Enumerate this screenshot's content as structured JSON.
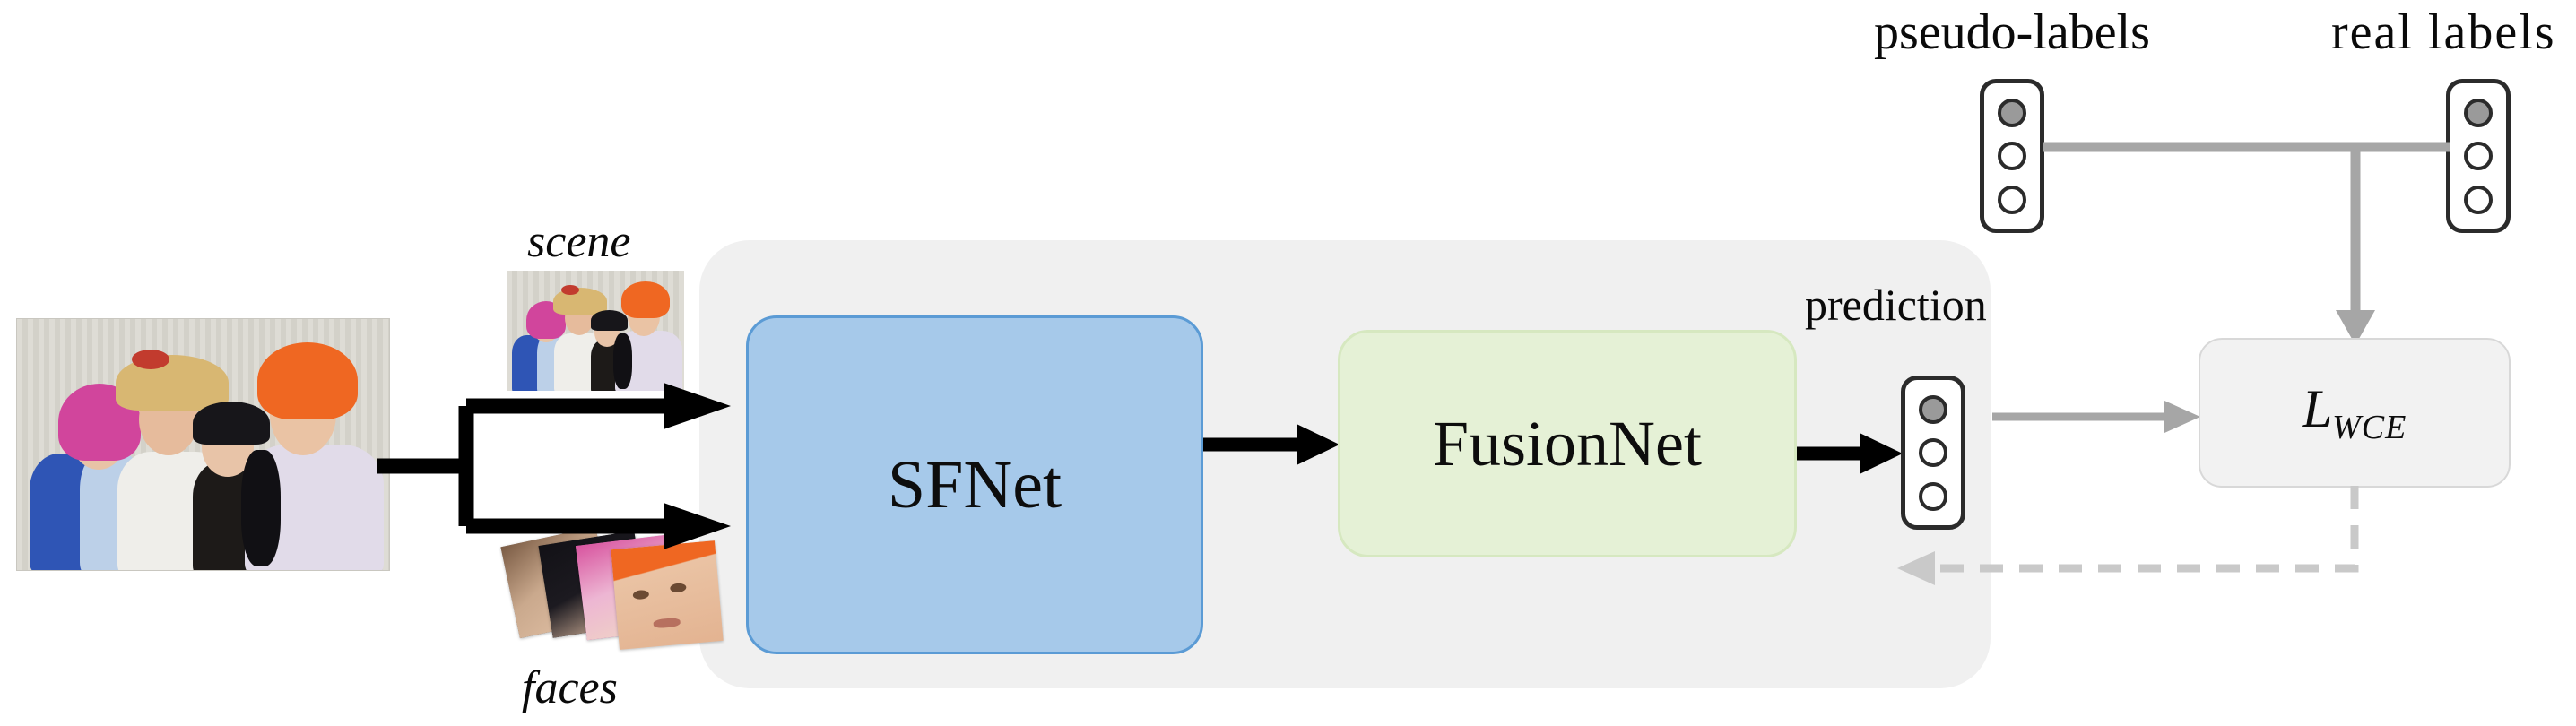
{
  "diagram": {
    "title": "SFNet-FusionNet group-level emotion recognition pipeline",
    "blocks": {
      "sfnet": {
        "label": "SFNet",
        "fill": "#a6c9ea",
        "stroke": "#5b9bd5"
      },
      "fusionnet": {
        "label": "FusionNet",
        "fill": "#e5f1d6",
        "stroke": "#d6e8c0"
      },
      "loss": {
        "label": "L",
        "subscript": "WCE",
        "fill": "#f2f2f2",
        "stroke": "#d8d8d8"
      }
    },
    "labels": {
      "scene": "scene",
      "faces": "faces",
      "prediction": "prediction",
      "pseudo_labels": "pseudo-labels",
      "real_labels": "real labels"
    },
    "vectors": {
      "prediction": {
        "name": "prediction-vector",
        "dots": [
          "filled",
          "empty",
          "empty"
        ]
      },
      "pseudo_labels": {
        "name": "pseudo-labels-vector",
        "dots": [
          "filled",
          "empty",
          "empty"
        ]
      },
      "real_labels": {
        "name": "real-labels-vector",
        "dots": [
          "filled",
          "empty",
          "empty"
        ]
      }
    },
    "edges": {
      "input_split": {
        "name": "input-split-arrow",
        "style": "solid",
        "color": "#000000"
      },
      "scene_to_sfnet": {
        "name": "scene-to-sfnet-arrow",
        "style": "solid",
        "color": "#000000"
      },
      "faces_to_sfnet": {
        "name": "faces-to-sfnet-arrow",
        "style": "solid",
        "color": "#000000"
      },
      "sfnet_to_fusionnet": {
        "name": "sfnet-to-fusionnet-arrow",
        "style": "solid",
        "color": "#000000"
      },
      "fusionnet_to_prediction": {
        "name": "fusionnet-to-prediction-arrow",
        "style": "solid",
        "color": "#000000"
      },
      "prediction_to_loss": {
        "name": "prediction-to-loss-arrow",
        "style": "solid",
        "color": "#a6a6a6"
      },
      "labels_to_loss": {
        "name": "labels-to-loss-arrow",
        "style": "solid",
        "color": "#a6a6a6"
      },
      "loss_backprop": {
        "name": "loss-backprop-arrow",
        "style": "dashed",
        "color": "#c9c9c9"
      }
    },
    "panel": {
      "name": "model-container-panel",
      "fill": "#f0f0f0"
    },
    "colors": {
      "accent_blue": "#a6c9ea",
      "accent_green": "#e5f1d6",
      "panel_gray": "#f0f0f0",
      "edge_gray": "#a6a6a6",
      "dashed_gray": "#c9c9c9",
      "dot_fill": "#9a9a9a"
    }
  }
}
